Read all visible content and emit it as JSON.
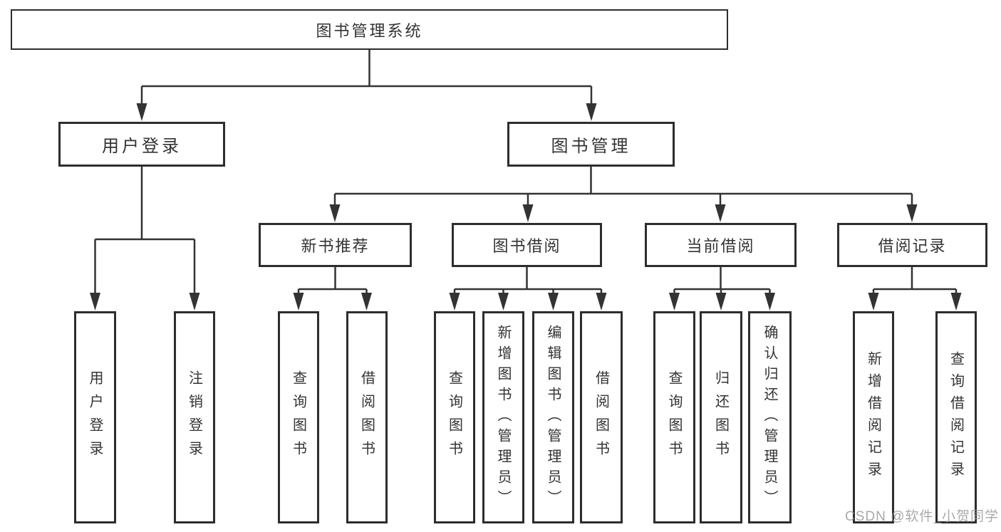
{
  "diagram": {
    "title": "图书管理系统",
    "root": {
      "label": "图书管理系统"
    },
    "level1": [
      {
        "label": "用户登录",
        "children": [
          {
            "label": "用户登录"
          },
          {
            "label": "注销登录"
          }
        ]
      },
      {
        "label": "图书管理",
        "children": [
          {
            "label": "新书推荐",
            "children": [
              {
                "label": "查询图书"
              },
              {
                "label": "借阅图书"
              }
            ]
          },
          {
            "label": "图书借阅",
            "children": [
              {
                "label": "查询图书"
              },
              {
                "label": "新增图书（管理员）"
              },
              {
                "label": "编辑图书（管理员）"
              },
              {
                "label": "借阅图书"
              }
            ]
          },
          {
            "label": "当前借阅",
            "children": [
              {
                "label": "查询图书"
              },
              {
                "label": "归还图书"
              },
              {
                "label": "确认归还（管理员）"
              }
            ]
          },
          {
            "label": "借阅记录",
            "children": [
              {
                "label": "新增借阅记录"
              },
              {
                "label": "查询借阅记录"
              }
            ]
          }
        ]
      }
    ]
  },
  "watermark": {
    "text": "CSDN @软件_小贺同学"
  },
  "colors": {
    "line": "#333333",
    "box_border": "#2d2d2d",
    "box_background": "#ffffff",
    "text": "#333333",
    "watermark": "#9a9a9a",
    "background": "#ffffff"
  }
}
